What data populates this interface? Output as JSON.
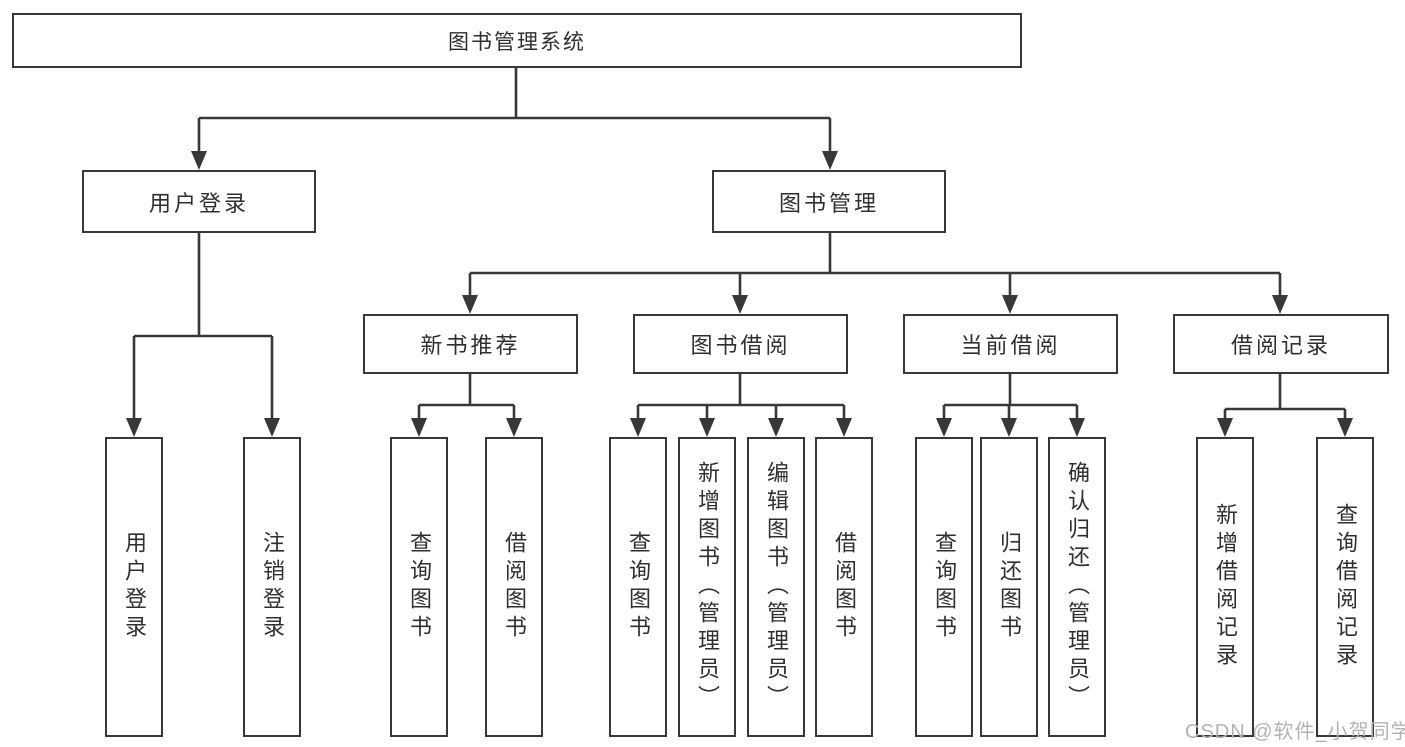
{
  "diagram": {
    "title": "图书管理系统",
    "watermark": "CSDN @软件_小贺同学",
    "colors": {
      "line": "#383838",
      "text": "#2f2f2f",
      "background": "#ffffff",
      "watermark": "#b3b3b3"
    },
    "level2": {
      "user_login": "用户登录",
      "book_management": "图书管理"
    },
    "level3": {
      "new_book_recommend": "新书推荐",
      "book_borrow": "图书借阅",
      "current_borrow": "当前借阅",
      "borrow_records": "借阅记录"
    },
    "leaves": {
      "user_login": [
        "用户登录",
        "注销登录"
      ],
      "new_book_recommend": [
        "查询图书",
        "借阅图书"
      ],
      "book_borrow": [
        "查询图书",
        "新增图书（管理员）",
        "编辑图书（管理员）",
        "借阅图书"
      ],
      "current_borrow": [
        "查询图书",
        "归还图书",
        "确认归还（管理员）"
      ],
      "borrow_records": [
        "新增借阅记录",
        "查询借阅记录"
      ]
    }
  }
}
